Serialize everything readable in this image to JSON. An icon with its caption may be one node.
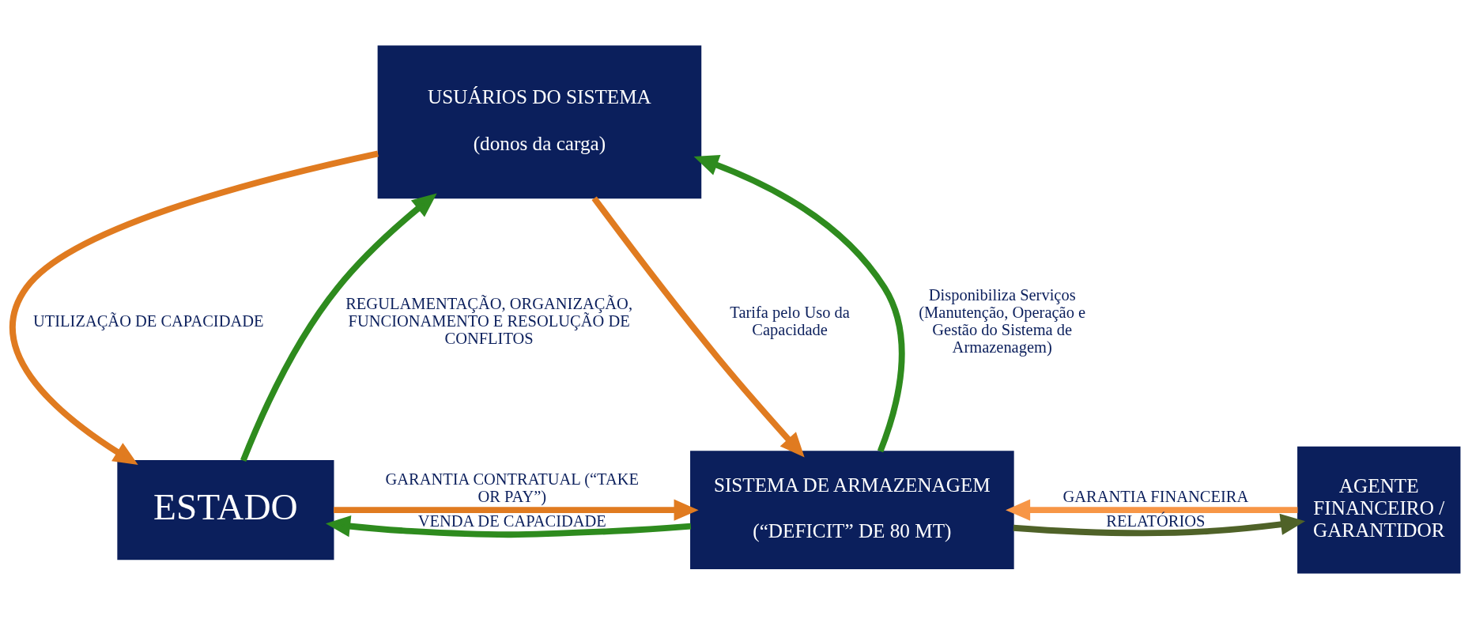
{
  "diagram": {
    "nodes": [
      {
        "text": [
          "USUÁRIOS DO SISTEMA",
          "(donos da carga)"
        ]
      },
      {
        "text": [
          "ESTADO"
        ]
      },
      {
        "text": [
          "AGENTE FINANCEIRO / GARANTIDOR"
        ]
      },
      {
        "text": [
          "SISTEMA DE ARMAZENAGEM",
          "(“DEFICIT” DE 80 MT)"
        ]
      }
    ],
    "edges": [
      {
        "from": 1,
        "to": 0,
        "arrow": "to",
        "label": "REGULAMENTAÇÃO, ORGANIZAÇÃO, FUNCIONAMENTO E RESOLUÇÃO DE CONFLITOS",
        "color": "#2e8b1e"
      },
      {
        "from": 0,
        "to": 1,
        "arrow": "to",
        "label": "UTILIZAÇÃO DE CAPACIDADE",
        "color": "#e07b20"
      },
      {
        "from": 3,
        "to": 0,
        "arrow": "to",
        "label": "Disponibiliza Serviços (Manutenção, Operação e Gestão do Sistema de Armazenagem)",
        "color": "#2e8b1e"
      },
      {
        "from": 0,
        "to": 3,
        "arrow": "to",
        "label": "Tarifa pelo Uso da Capacidade",
        "color": "#e07b20"
      },
      {
        "from": 1,
        "to": 3,
        "arrow": "to",
        "label": "GARANTIA CONTRATUAL (“TAKE OR PAY”)",
        "color": "#e07b20"
      },
      {
        "from": 3,
        "to": 1,
        "arrow": "to",
        "label": "VENDA DE CAPACIDADE",
        "color": "#2e8b1e"
      },
      {
        "from": 3,
        "to": 2,
        "arrow": "to",
        "label": "RELATÓRIOS",
        "color": "#4f6228"
      },
      {
        "from": 2,
        "to": 3,
        "arrow": "to",
        "label": "GARANTIA FINANCEIRA",
        "color": "#f79646"
      }
    ]
  }
}
